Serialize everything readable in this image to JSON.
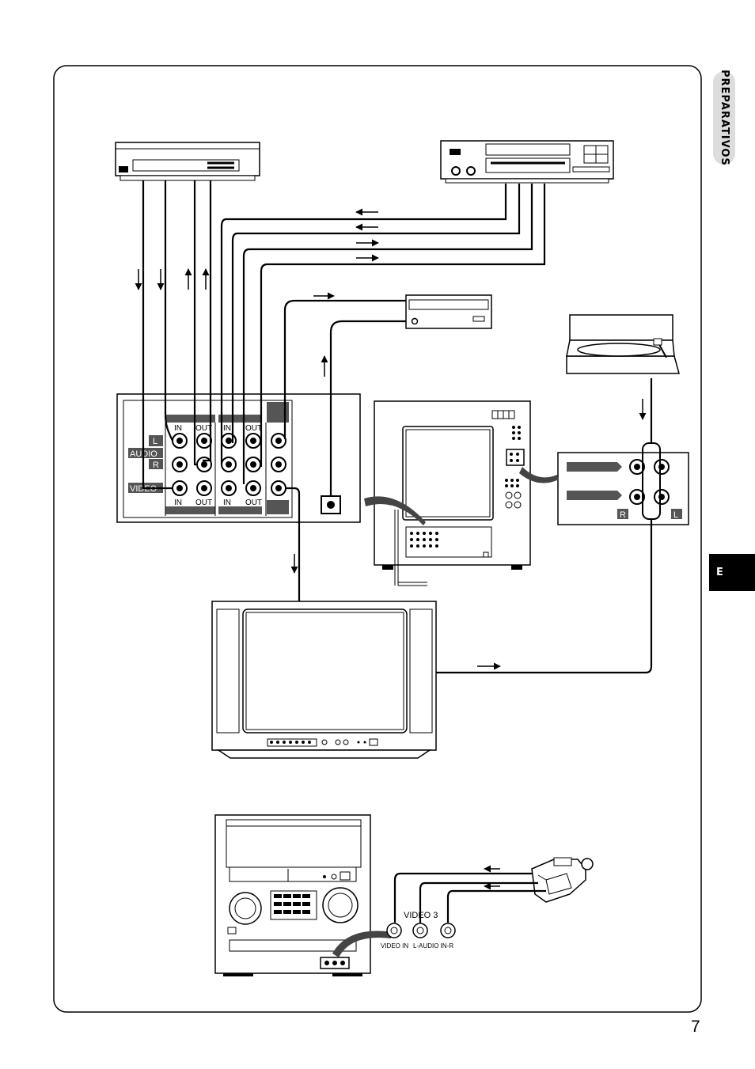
{
  "sidebar": {
    "section_label": "PREPARATIVOS",
    "language_tab": "E"
  },
  "page_number": "7",
  "receiver_panel": {
    "in_label_1": "IN",
    "out_label_1": "OUT",
    "in_label_2": "IN",
    "out_label_2": "OUT",
    "in_label_3": "IN",
    "out_label_3": "OUT",
    "in_label_4": "IN",
    "out_label_4": "OUT",
    "l_label": "L",
    "audio_label": "AUDIO",
    "r_label": "R",
    "video_label": "VIDEO"
  },
  "turntable_panel": {
    "r_label": "R",
    "l_label": "L"
  },
  "video3_panel": {
    "title": "VIDEO 3",
    "video_in_label": "VIDEO IN",
    "audio_label": "L-AUDIO IN-R"
  },
  "colors": {
    "ink": "#000000",
    "tab_gray": "#dddddd",
    "panel_gray": "#555555"
  }
}
